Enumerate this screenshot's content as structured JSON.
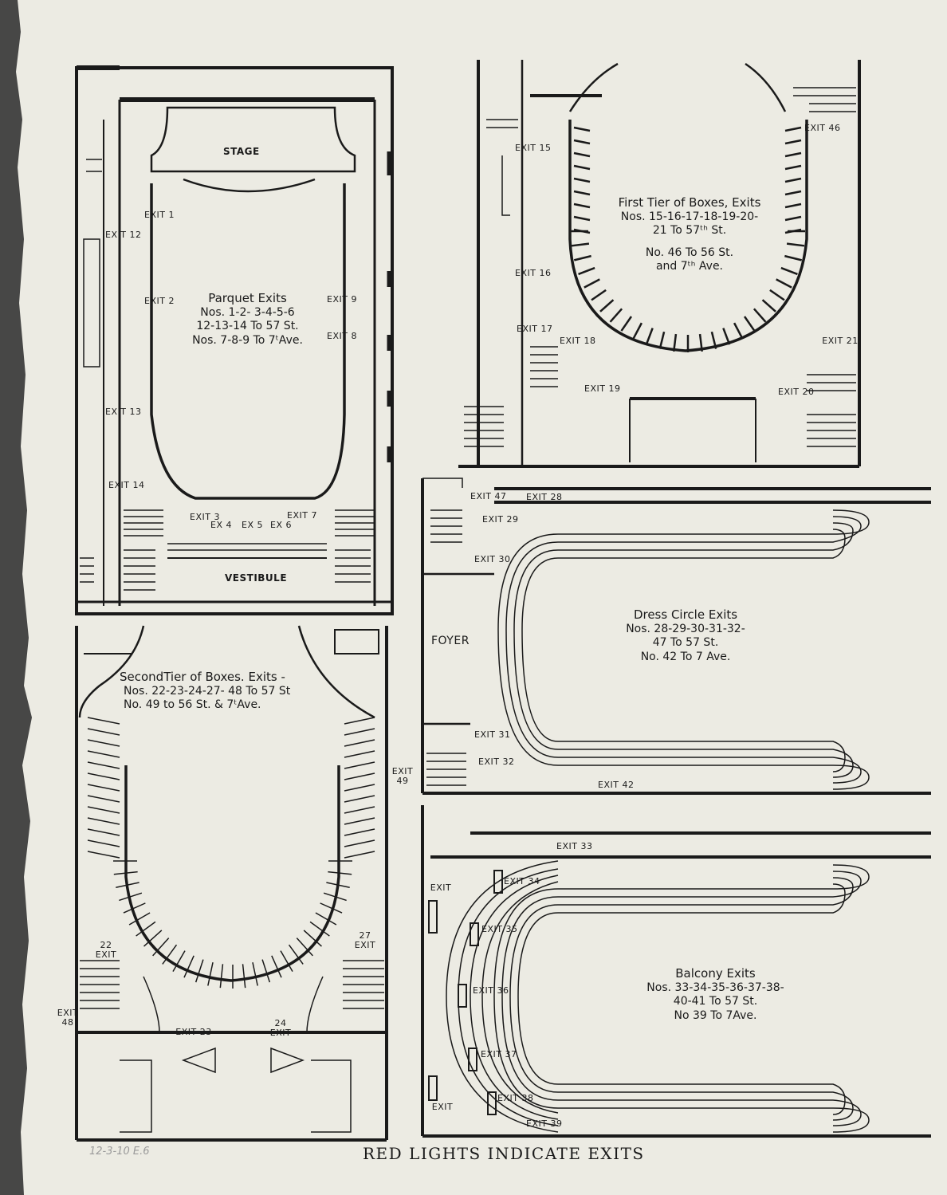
{
  "plans": {
    "parquet": {
      "title": "Parquet Exits",
      "lines": [
        "Nos. 1-2- 3-4-5-6",
        "12-13-14 To 57 St.",
        "Nos. 7-8-9 To 7ᵗAve."
      ],
      "stage": "STAGE",
      "vestibule": "VESTIBULE",
      "exits": [
        "EXIT 1",
        "EXIT 2",
        "EXIT 9",
        "EXIT 8",
        "EXIT 12",
        "EXIT 13",
        "EXIT 14",
        "EXIT 3",
        "EX 4",
        "EX 5",
        "EX 6",
        "EXIT 7"
      ]
    },
    "first_tier": {
      "title": "First Tier of Boxes, Exits",
      "lines": [
        "Nos. 15-16-17-18-19-20-",
        "21 To 57ᵗʰ St.",
        "No.  46 To 56 St.",
        "and 7ᵗʰ Ave."
      ],
      "exits": [
        "EXIT 15",
        "EXIT 16",
        "EXIT 17",
        "EXIT 18",
        "EXIT 19",
        "EXIT 46",
        "EXIT 21",
        "EXIT 20"
      ]
    },
    "second_tier": {
      "title": "SecondTier of Boxes. Exits -",
      "lines": [
        "Nos. 22-23-24-27- 48 To 57 St",
        "No.  49 to 56 St. & 7ᵗAve."
      ],
      "exits": [
        "EXIT 49",
        "22 EXIT",
        "27 EXIT",
        "EXIT 48",
        "EXIT 23",
        "24 EXIT"
      ]
    },
    "dress_circle": {
      "title": "Dress Circle Exits",
      "lines": [
        "Nos. 28-29-30-31-32-",
        "47 To 57 St.",
        "No. 42 To 7 Ave."
      ],
      "foyer": "FOYER",
      "exits": [
        "EXIT 47",
        "EXIT 28",
        "EXIT 29",
        "EXIT 30",
        "EXIT 31",
        "EXIT 32",
        "EXIT 42"
      ]
    },
    "balcony": {
      "title": "Balcony Exits",
      "lines": [
        "Nos. 33-34-35-36-37-38-",
        "40-41 To 57 St.",
        "No 39 To 7Ave."
      ],
      "exits": [
        "EXIT 33",
        "EXIT 34",
        "EXIT 35",
        "EXIT 36",
        "EXIT 37",
        "EXIT 38",
        "EXIT 39",
        "EXIT",
        "EXIT"
      ]
    }
  },
  "footer": "RED LIGHTS INDICATE EXITS",
  "handwritten_note": "12-3-10 E.6",
  "colors": {
    "paper": "#ecebe3",
    "ink": "#1a1a1a"
  }
}
